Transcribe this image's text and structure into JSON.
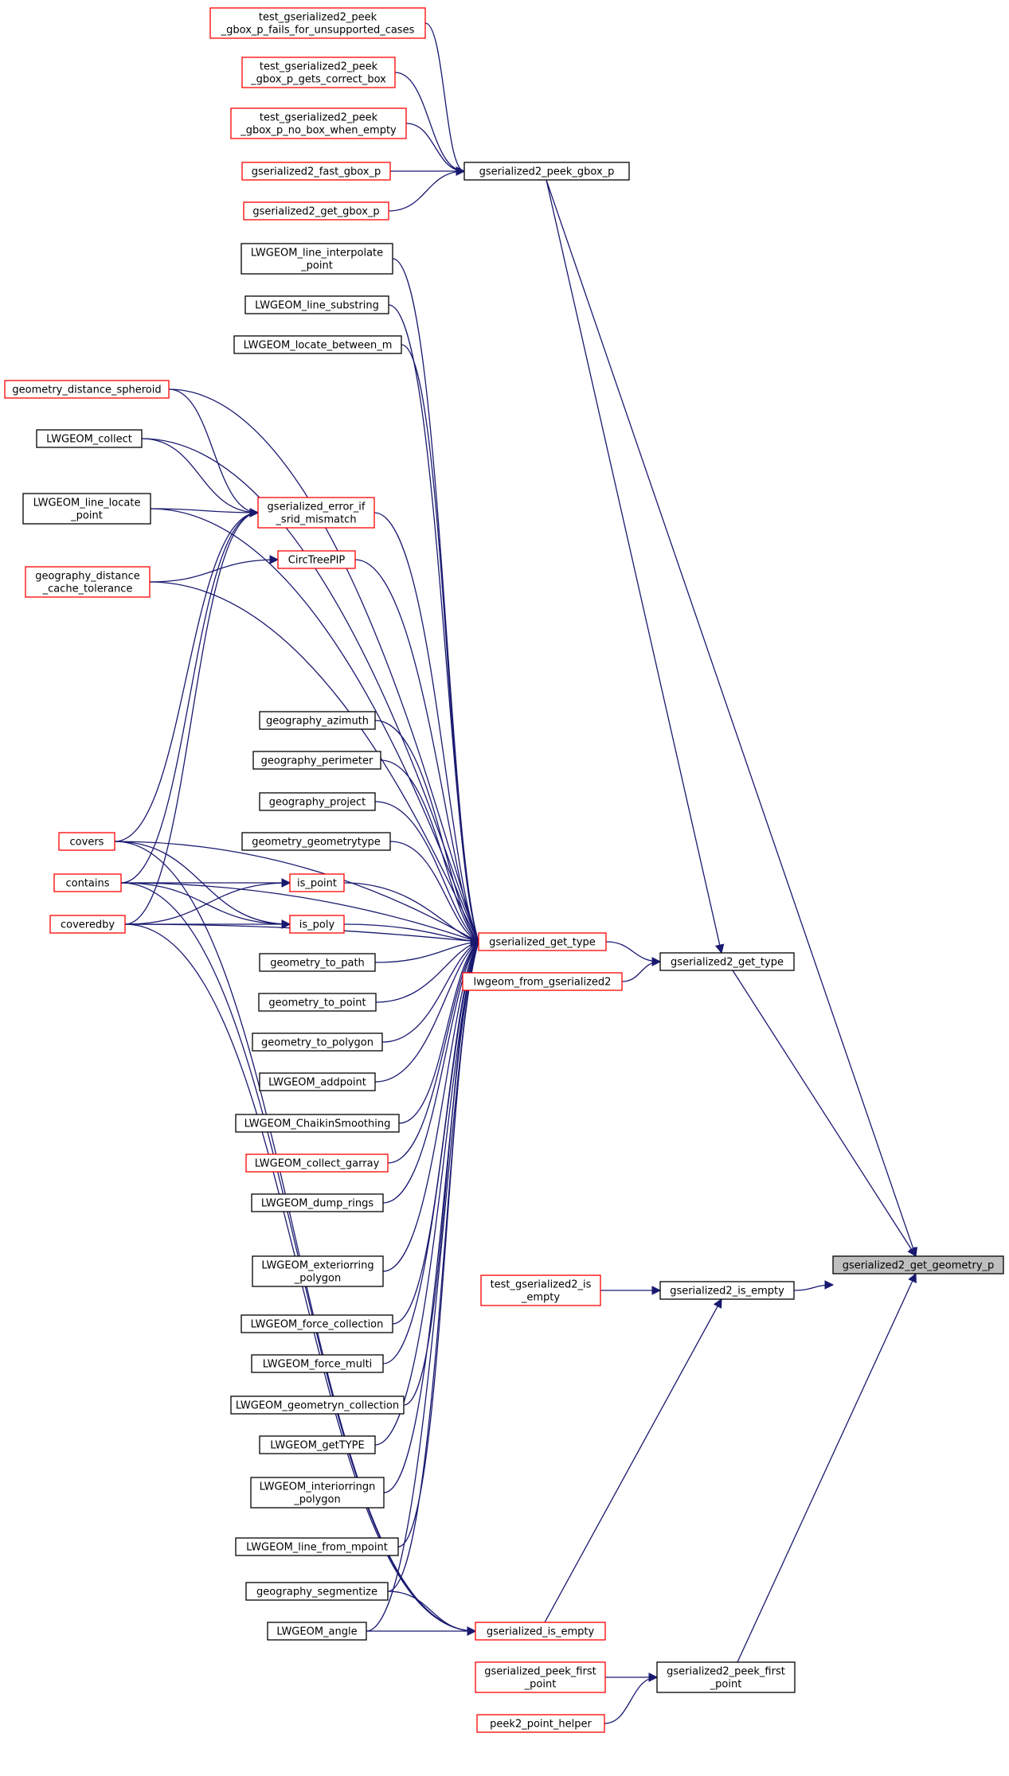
{
  "diagram": {
    "colors": {
      "edge": "#191970",
      "linked_border": "#ff0000",
      "plain_border": "#000000",
      "root_fill": "#bfbfbf"
    },
    "nodes": [
      {
        "id": "peek_fails",
        "lines": [
          "test_gserialized2_peek",
          "_gbox_p_fails_for_unsupported_cases"
        ],
        "style": "red"
      },
      {
        "id": "peek_correct",
        "lines": [
          "test_gserialized2_peek",
          "_gbox_p_gets_correct_box"
        ],
        "style": "red"
      },
      {
        "id": "peek_nobox",
        "lines": [
          "test_gserialized2_peek",
          "_gbox_p_no_box_when_empty"
        ],
        "style": "red"
      },
      {
        "id": "fast_gbox",
        "lines": [
          "gserialized2_fast_gbox_p"
        ],
        "style": "red"
      },
      {
        "id": "get_gbox",
        "lines": [
          "gserialized2_get_gbox_p"
        ],
        "style": "red"
      },
      {
        "id": "peek_gbox",
        "lines": [
          "gserialized2_peek_gbox_p"
        ],
        "style": "black"
      },
      {
        "id": "line_interp",
        "lines": [
          "LWGEOM_line_interpolate",
          "_point"
        ],
        "style": "black"
      },
      {
        "id": "line_sub",
        "lines": [
          "LWGEOM_line_substring"
        ],
        "style": "black"
      },
      {
        "id": "locate_m",
        "lines": [
          "LWGEOM_locate_between_m"
        ],
        "style": "black"
      },
      {
        "id": "geom_dist_sph",
        "lines": [
          "geometry_distance_spheroid"
        ],
        "style": "red"
      },
      {
        "id": "collect",
        "lines": [
          "LWGEOM_collect"
        ],
        "style": "black"
      },
      {
        "id": "line_locate",
        "lines": [
          "LWGEOM_line_locate",
          "_point"
        ],
        "style": "black"
      },
      {
        "id": "err_srid",
        "lines": [
          "gserialized_error_if",
          "_srid_mismatch"
        ],
        "style": "red"
      },
      {
        "id": "circtree",
        "lines": [
          "CircTreePIP"
        ],
        "style": "red"
      },
      {
        "id": "geog_dist_cache",
        "lines": [
          "geography_distance",
          "_cache_tolerance"
        ],
        "style": "red"
      },
      {
        "id": "geog_azimuth",
        "lines": [
          "geography_azimuth"
        ],
        "style": "black"
      },
      {
        "id": "geog_perimeter",
        "lines": [
          "geography_perimeter"
        ],
        "style": "black"
      },
      {
        "id": "geog_project",
        "lines": [
          "geography_project"
        ],
        "style": "black"
      },
      {
        "id": "geom_geomtype",
        "lines": [
          "geometry_geometrytype"
        ],
        "style": "black"
      },
      {
        "id": "covers",
        "lines": [
          "covers"
        ],
        "style": "red"
      },
      {
        "id": "contains",
        "lines": [
          "contains"
        ],
        "style": "red"
      },
      {
        "id": "coveredby",
        "lines": [
          "coveredby"
        ],
        "style": "red"
      },
      {
        "id": "is_point",
        "lines": [
          "is_point"
        ],
        "style": "red"
      },
      {
        "id": "is_poly",
        "lines": [
          "is_poly"
        ],
        "style": "red"
      },
      {
        "id": "gs_get_type",
        "lines": [
          "gserialized_get_type"
        ],
        "style": "red"
      },
      {
        "id": "lwgeom_from_gs2",
        "lines": [
          "lwgeom_from_gserialized2"
        ],
        "style": "red"
      },
      {
        "id": "gs2_get_type",
        "lines": [
          "gserialized2_get_type"
        ],
        "style": "black"
      },
      {
        "id": "geom_to_path",
        "lines": [
          "geometry_to_path"
        ],
        "style": "black"
      },
      {
        "id": "geom_to_point",
        "lines": [
          "geometry_to_point"
        ],
        "style": "black"
      },
      {
        "id": "geom_to_polygon",
        "lines": [
          "geometry_to_polygon"
        ],
        "style": "black"
      },
      {
        "id": "addpoint",
        "lines": [
          "LWGEOM_addpoint"
        ],
        "style": "black"
      },
      {
        "id": "chaikin",
        "lines": [
          "LWGEOM_ChaikinSmoothing"
        ],
        "style": "black"
      },
      {
        "id": "collect_garray",
        "lines": [
          "LWGEOM_collect_garray"
        ],
        "style": "red"
      },
      {
        "id": "dump_rings",
        "lines": [
          "LWGEOM_dump_rings"
        ],
        "style": "black"
      },
      {
        "id": "ext_ring",
        "lines": [
          "LWGEOM_exteriorring",
          "_polygon"
        ],
        "style": "black"
      },
      {
        "id": "test_is_empty",
        "lines": [
          "test_gserialized2_is",
          "_empty"
        ],
        "style": "red"
      },
      {
        "id": "gs2_is_empty",
        "lines": [
          "gserialized2_is_empty"
        ],
        "style": "black"
      },
      {
        "id": "root",
        "lines": [
          "gserialized2_get_geometry_p"
        ],
        "style": "root"
      },
      {
        "id": "force_coll",
        "lines": [
          "LWGEOM_force_collection"
        ],
        "style": "black"
      },
      {
        "id": "force_multi",
        "lines": [
          "LWGEOM_force_multi"
        ],
        "style": "black"
      },
      {
        "id": "geomn_coll",
        "lines": [
          "LWGEOM_geometryn_collection"
        ],
        "style": "black"
      },
      {
        "id": "gettype",
        "lines": [
          "LWGEOM_getTYPE"
        ],
        "style": "black"
      },
      {
        "id": "int_ringn",
        "lines": [
          "LWGEOM_interiorringn",
          "_polygon"
        ],
        "style": "black"
      },
      {
        "id": "line_from_mpoint",
        "lines": [
          "LWGEOM_line_from_mpoint"
        ],
        "style": "black"
      },
      {
        "id": "geog_segmentize",
        "lines": [
          "geography_segmentize"
        ],
        "style": "black"
      },
      {
        "id": "angle",
        "lines": [
          "LWGEOM_angle"
        ],
        "style": "black"
      },
      {
        "id": "gs_is_empty",
        "lines": [
          "gserialized_is_empty"
        ],
        "style": "red"
      },
      {
        "id": "gs_peek_first",
        "lines": [
          "gserialized_peek_first",
          "_point"
        ],
        "style": "red"
      },
      {
        "id": "gs2_peek_first",
        "lines": [
          "gserialized2_peek_first",
          "_point"
        ],
        "style": "black"
      },
      {
        "id": "peek2_helper",
        "lines": [
          "peek2_point_helper"
        ],
        "style": "red"
      }
    ],
    "edges": [
      [
        "peek_fails",
        "peek_gbox"
      ],
      [
        "peek_correct",
        "peek_gbox"
      ],
      [
        "peek_nobox",
        "peek_gbox"
      ],
      [
        "fast_gbox",
        "peek_gbox"
      ],
      [
        "get_gbox",
        "peek_gbox"
      ],
      [
        "peek_gbox",
        "root"
      ],
      [
        "line_interp",
        "gs_get_type"
      ],
      [
        "line_sub",
        "gs_get_type"
      ],
      [
        "locate_m",
        "gs_get_type"
      ],
      [
        "geom_dist_sph",
        "gs_get_type"
      ],
      [
        "geom_dist_sph",
        "err_srid"
      ],
      [
        "collect",
        "gs_get_type"
      ],
      [
        "collect",
        "err_srid"
      ],
      [
        "line_locate",
        "gs_get_type"
      ],
      [
        "line_locate",
        "err_srid"
      ],
      [
        "err_srid",
        "gs_get_type"
      ],
      [
        "circtree",
        "gs_get_type"
      ],
      [
        "geog_dist_cache",
        "circtree"
      ],
      [
        "geog_dist_cache",
        "gs_get_type"
      ],
      [
        "geog_azimuth",
        "gs_get_type"
      ],
      [
        "geog_perimeter",
        "gs_get_type"
      ],
      [
        "geog_project",
        "gs_get_type"
      ],
      [
        "geom_geomtype",
        "gs_get_type"
      ],
      [
        "covers",
        "err_srid"
      ],
      [
        "covers",
        "gs_get_type"
      ],
      [
        "covers",
        "is_poly"
      ],
      [
        "covers",
        "gs_is_empty"
      ],
      [
        "contains",
        "err_srid"
      ],
      [
        "contains",
        "is_point"
      ],
      [
        "contains",
        "gs_get_type"
      ],
      [
        "contains",
        "is_poly"
      ],
      [
        "contains",
        "gs_is_empty"
      ],
      [
        "coveredby",
        "err_srid"
      ],
      [
        "coveredby",
        "is_point"
      ],
      [
        "coveredby",
        "is_poly"
      ],
      [
        "coveredby",
        "gs_get_type"
      ],
      [
        "coveredby",
        "gs_is_empty"
      ],
      [
        "is_point",
        "gs_get_type"
      ],
      [
        "is_poly",
        "gs_get_type"
      ],
      [
        "gs_get_type",
        "gs2_get_type"
      ],
      [
        "lwgeom_from_gs2",
        "gs2_get_type"
      ],
      [
        "gs2_get_type",
        "root"
      ],
      [
        "peek_gbox",
        "gs2_get_type"
      ],
      [
        "geom_to_path",
        "gs_get_type"
      ],
      [
        "geom_to_point",
        "gs_get_type"
      ],
      [
        "geom_to_polygon",
        "gs_get_type"
      ],
      [
        "addpoint",
        "gs_get_type"
      ],
      [
        "chaikin",
        "gs_get_type"
      ],
      [
        "collect_garray",
        "gs_get_type"
      ],
      [
        "dump_rings",
        "gs_get_type"
      ],
      [
        "ext_ring",
        "gs_get_type"
      ],
      [
        "force_coll",
        "gs_get_type"
      ],
      [
        "force_multi",
        "gs_get_type"
      ],
      [
        "geomn_coll",
        "gs_get_type"
      ],
      [
        "gettype",
        "gs_get_type"
      ],
      [
        "int_ringn",
        "gs_get_type"
      ],
      [
        "line_from_mpoint",
        "gs_get_type"
      ],
      [
        "geog_segmentize",
        "gs_get_type"
      ],
      [
        "geog_segmentize",
        "gs_is_empty"
      ],
      [
        "angle",
        "gs_get_type"
      ],
      [
        "angle",
        "gs_is_empty"
      ],
      [
        "test_is_empty",
        "gs2_is_empty"
      ],
      [
        "gs_is_empty",
        "gs2_is_empty"
      ],
      [
        "gs2_is_empty",
        "root"
      ],
      [
        "gs_peek_first",
        "gs2_peek_first"
      ],
      [
        "peek2_helper",
        "gs2_peek_first"
      ],
      [
        "gs2_peek_first",
        "root"
      ]
    ]
  }
}
